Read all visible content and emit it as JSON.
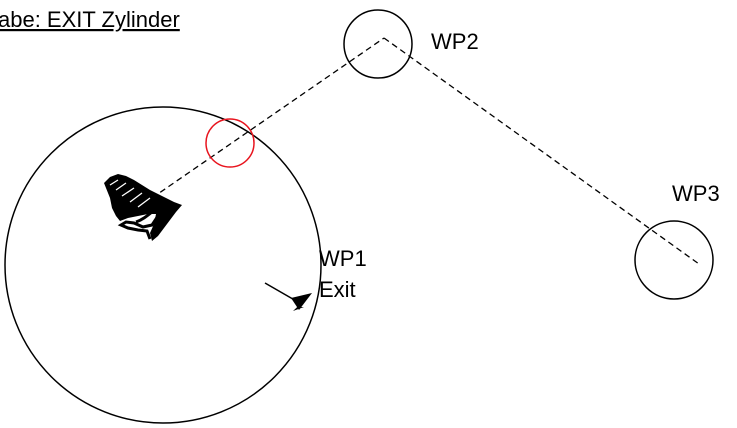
{
  "title": "abe:  EXIT Zylinder",
  "waypoints": {
    "wp1": {
      "name": "WP1",
      "type": "Exit"
    },
    "wp2": {
      "name": "WP2"
    },
    "wp3": {
      "name": "WP3"
    }
  },
  "colors": {
    "line": "#000000",
    "exit_point_marker": "#e8141e",
    "background": "#ffffff"
  },
  "icons": {
    "pilot": "hang-glider-icon",
    "direction": "arrow-icon"
  }
}
